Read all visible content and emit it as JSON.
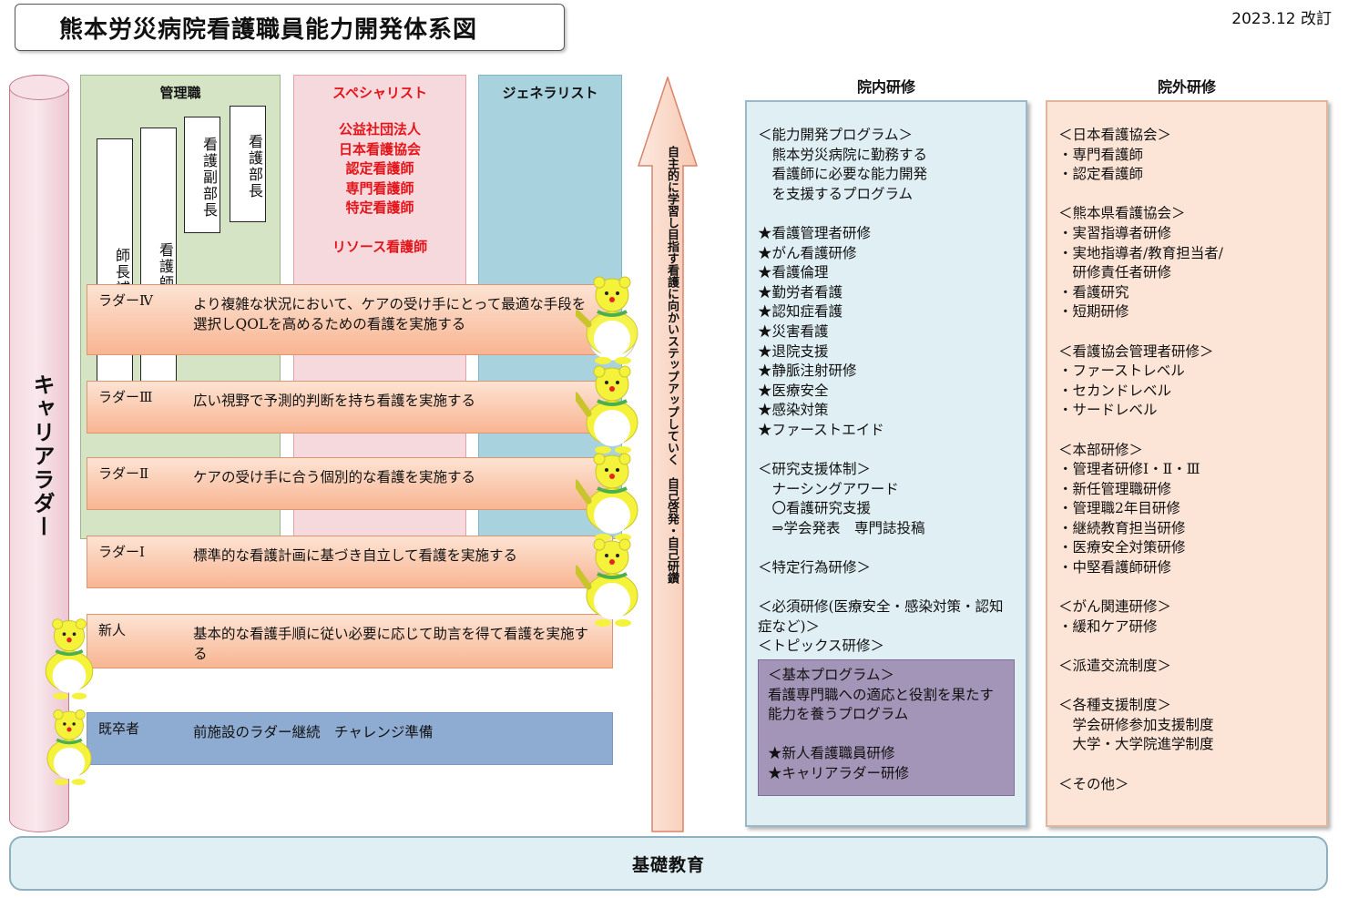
{
  "title": "熊本労災病院看護職員能力開発体系図",
  "date": "2023.12 改訂",
  "career_ladder": "キャリアラダー",
  "columns": {
    "management": {
      "label": "管理職",
      "positions": [
        "師長補佐",
        "看護師長",
        "看護副部長",
        "看護部長"
      ]
    },
    "specialist": {
      "label": "スペシャリスト",
      "items": [
        "公益社団法人",
        "日本看護協会",
        "認定看護師",
        "専門看護師",
        "特定看護師",
        "",
        "リソース看護師"
      ]
    },
    "generalist": {
      "label": "ジェネラリスト"
    }
  },
  "ladders": [
    {
      "name": "ラダーⅣ",
      "desc": "より複雑な状況において、ケアの受け手にとって最適な手段を選択しQOLを高めるための看護を実施する"
    },
    {
      "name": "ラダーⅢ",
      "desc": "広い視野で予測的判断を持ち看護を実施する"
    },
    {
      "name": "ラダーⅡ",
      "desc": "ケアの受け手に合う個別的な看護を実施する"
    },
    {
      "name": "ラダーⅠ",
      "desc": "標準的な看護計画に基づき自立して看護を実施する"
    },
    {
      "name": "新人",
      "desc": "基本的な看護手順に従い必要に応じて助言を得て看護を実施する"
    },
    {
      "name": "既卒者",
      "desc": "前施設のラダー継続　チャレンジ準備"
    }
  ],
  "arrow_text": "自主的に学習し目指す看護に向かいステップアップしていく　自己啓発・自己研鑽",
  "in_hospital": {
    "title": "院内研修",
    "lines": [
      "＜能力開発プログラム＞",
      "　熊本労災病院に勤務する",
      "　看護師に必要な能力開発",
      "　を支援するプログラム",
      "",
      "★看護管理者研修",
      "★がん看護研修",
      "★看護倫理",
      "★勤労者看護",
      "★認知症看護",
      "★災害看護",
      "★退院支援",
      "★静脈注射研修",
      "★医療安全",
      "★感染対策",
      "★ファーストエイド",
      "",
      "＜研究支援体制＞",
      "　ナーシングアワード",
      "　〇看護研究支援",
      "　⇒学会発表　専門誌投稿",
      "",
      "＜特定行為研修＞",
      "",
      "＜必須研修(医療安全・感染対策・認知",
      "症など)＞",
      "＜トピックス研修＞"
    ],
    "basic_program": [
      "＜基本プログラム＞",
      "看護専門職への適応と役割を果たす",
      "能力を養うプログラム",
      "",
      "★新人看護職員研修",
      "★キャリアラダー研修"
    ]
  },
  "external": {
    "title": "院外研修",
    "lines": [
      "＜日本看護協会＞",
      "・専門看護師",
      "・認定看護師",
      "",
      "＜熊本県看護協会＞",
      "・実習指導者研修",
      "・実地指導者/教育担当者/",
      "　研修責任者研修",
      "・看護研究",
      "・短期研修",
      "",
      "＜看護協会管理者研修＞",
      "・ファーストレベル",
      "・セカンドレベル",
      "・サードレベル",
      "",
      "＜本部研修＞",
      "・管理者研修Ⅰ・Ⅱ・Ⅲ",
      "・新任管理職研修",
      "・管理職2年目研修",
      "・継続教育担当研修",
      "・医療安全対策研修",
      "・中堅看護師研修",
      "",
      "＜がん関連研修＞",
      "・緩和ケア研修",
      "",
      "＜派遣交流制度＞",
      "",
      "＜各種支援制度＞",
      "　学会研修参加支援制度",
      "　大学・大学院進学制度",
      "",
      "＜その他＞"
    ]
  },
  "foundation": "基礎教育"
}
